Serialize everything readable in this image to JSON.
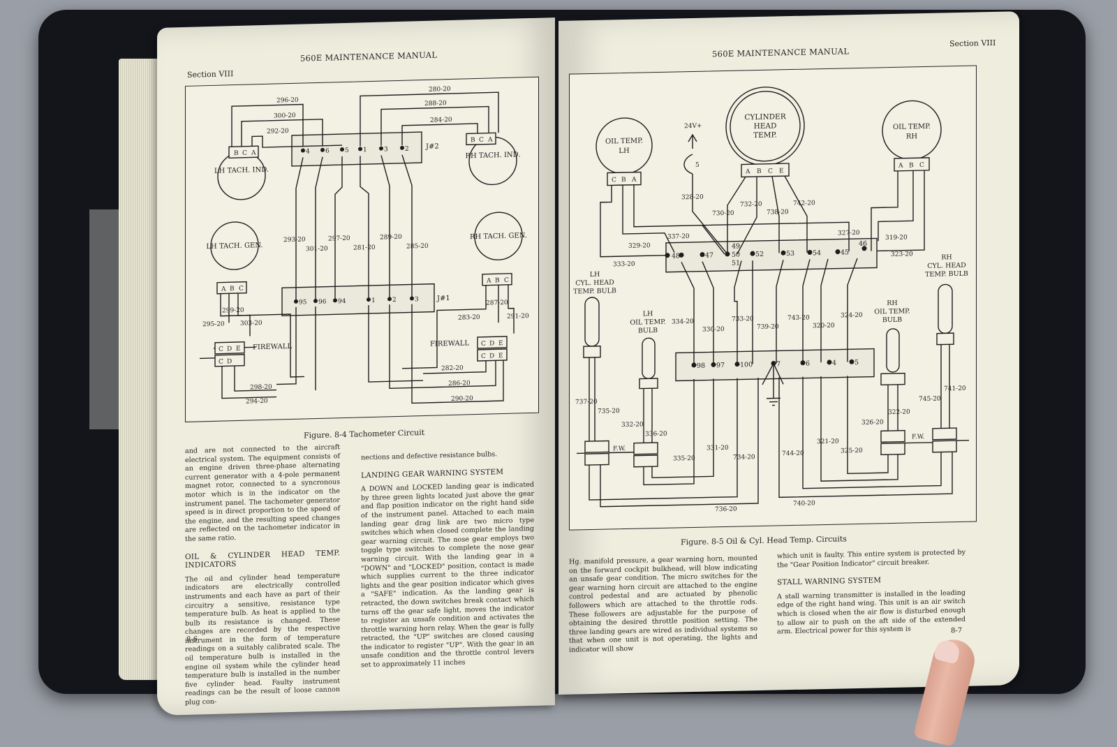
{
  "left_page": {
    "section": "Section VIII",
    "title": "560E MAINTENANCE MANUAL",
    "page_number": "8-6",
    "figure_caption": "Figure. 8-4 Tachometer Circuit",
    "diagram": {
      "components": {
        "lh_tach_ind": "LH TACH. IND.",
        "rh_tach_ind": "RH TACH. IND.",
        "lh_tach_gen": "LH TACH. GEN.",
        "rh_tach_gen": "RH TACH. GEN.",
        "firewall": "FIREWALL",
        "j2": "J#2",
        "j1": "J#1"
      },
      "pins_ind": [
        "B",
        "C",
        "A"
      ],
      "pins_gen": [
        "A",
        "B",
        "C"
      ],
      "pins_fw": [
        "C",
        "D",
        "E"
      ],
      "j2_pins": [
        "4",
        "6",
        "5",
        "1",
        "3",
        "2"
      ],
      "j1_pins": [
        "95",
        "96",
        "94",
        "1",
        "2",
        "3"
      ],
      "wires": {
        "w296": "296-20",
        "w300": "300-20",
        "w292": "292-20",
        "w280": "280-20",
        "w288": "288-20",
        "w284": "284-20",
        "w293": "293-20",
        "w301": "301-20",
        "w297": "297-20",
        "w281": "281-20",
        "w289": "289-20",
        "w285": "285-20",
        "w299": "299-20",
        "w295": "295-20",
        "w303": "303-20",
        "w287": "287-20",
        "w283": "283-20",
        "w291": "291-20",
        "w298": "298-20",
        "w294": "294-20",
        "w282": "282-20",
        "w286": "286-20",
        "w290": "290-20"
      }
    },
    "col1": {
      "p1": "and are not connected to the aircraft electrical system. The equipment consists of an engine driven three-phase alternating current generator with a 4-pole permanent magnet rotor, connected to a syncronous motor which is in the indicator on the instrument panel. The tachometer generator speed is in direct proportion to the speed of the engine, and the resulting speed changes are reflected on the tachometer indicator in the same ratio.",
      "heading": "OIL & CYLINDER HEAD TEMP. INDICATORS",
      "p2": "The oil and cylinder head temperature indicators are electrically controlled instruments and each have as part of their circuitry a sensitive, resistance type temperature bulb. As heat is applied to the bulb its resistance is changed. These changes are recorded by the respective instrument in the form of temperature readings on a suitably calibrated scale. The oil temperature bulb is installed in the engine oil system while the cylinder head temperature bulb is installed in the number five cylinder head. Faulty instrument readings can be the result of loose cannon plug con-"
    },
    "col2": {
      "p1": "nections and defective resistance bulbs.",
      "heading": "LANDING GEAR WARNING SYSTEM",
      "p2": "A DOWN and LOCKED landing gear is indicated by three green lights located just above the gear and flap position indicator on the right hand side of the instrument panel. Attached to each main landing gear drag link are two micro type switches which when closed complete the landing gear warning circuit. The nose gear employs two toggle type switches to complete the nose gear warning circuit. With the landing gear in a \"DOWN\" and \"LOCKED\" position, contact is made which supplies current to the three indicator lights and the gear position indicator which gives a \"SAFE\" indication. As the landing gear is retracted, the down switches break contact which turns off the gear safe light, moves the indicator to register an unsafe condition and activates the throttle warning horn relay. When the gear is fully retracted, the \"UP\" switches are closed causing the indicator to register \"UP\". With the gear in an unsafe condition and the throttle control levers set to approximately 11 inches"
    }
  },
  "right_page": {
    "section": "Section VIII",
    "title": "560E MAINTENANCE MANUAL",
    "page_number": "8-7",
    "figure_caption": "Figure. 8-5 Oil & Cyl. Head Temp. Circuits",
    "diagram": {
      "components": {
        "oil_temp_lh": [
          "OIL TEMP.",
          "LH"
        ],
        "cyl_head_temp": [
          "CYLINDER",
          "HEAD",
          "TEMP."
        ],
        "oil_temp_rh": [
          "OIL TEMP.",
          "RH"
        ],
        "supply": "24V+",
        "supply_pin": "5",
        "lh_cyl_bulb": [
          "LH",
          "CYL. HEAD",
          "TEMP. BULB"
        ],
        "lh_oil_bulb": [
          "LH",
          "OIL TEMP.",
          "BULB"
        ],
        "rh_oil_bulb": [
          "RH",
          "OIL TEMP.",
          "BULB"
        ],
        "rh_cyl_bulb": [
          "RH",
          "CYL. HEAD",
          "TEMP. BULB"
        ],
        "fw": "F.W."
      },
      "pins_lh": [
        "C",
        "B",
        "A"
      ],
      "pins_chd": [
        "A",
        "B",
        "C",
        "E"
      ],
      "pins_rh": [
        "A",
        "B",
        "C"
      ],
      "upper_terms": [
        "48",
        "47",
        "49",
        "50",
        "51",
        "52",
        "53",
        "54",
        "45",
        "46"
      ],
      "lower_terms": [
        "98",
        "97",
        "100",
        "7",
        "6",
        "4",
        "5"
      ],
      "wires": {
        "w328": "328-20",
        "w730": "730-20",
        "w732": "732-20",
        "w738": "738-20",
        "w742": "742-20",
        "w337": "337-20",
        "w327": "327-20",
        "w329": "329-20",
        "w319": "319-20",
        "w333": "333-20",
        "w323": "323-20",
        "w334": "334-20",
        "w330": "330-20",
        "w733": "733-20",
        "w739": "739-20",
        "w743": "743-20",
        "w320": "320-20",
        "w324": "324-20",
        "w737": "737-20",
        "w735": "735-20",
        "w332": "332-20",
        "w336": "336-20",
        "w745": "745-20",
        "w741": "741-20",
        "w326": "326-20",
        "w322": "322-20",
        "w335": "335-20",
        "w331": "331-20",
        "w734": "734-20",
        "w744": "744-20",
        "w321": "321-20",
        "w325": "325-20",
        "w736": "736-20",
        "w740": "740-20"
      }
    },
    "col1": {
      "p1": "Hg. manifold pressure, a gear warning horn, mounted on the forward cockpit bulkhead, will blow indicating an unsafe gear condition. The micro switches for the gear warning horn circuit are attached to the engine control pedestal and are actuated by phenolic followers which are attached to the throttle rods. These followers are adjustable for the purpose of obtaining the desired throttle position setting. The three landing gears are wired as individual systems so that when one unit is not operating, the lights and indicator will show"
    },
    "col2": {
      "p1": "which unit is faulty. This entire system is protected by the \"Gear Position Indicator\" circuit breaker.",
      "heading": "STALL WARNING SYSTEM",
      "p2": "A stall warning transmitter is installed in the leading edge of the right hand wing. This unit is an air switch which is closed when the air flow is disturbed enough to allow air to push on the aft side of the extended arm. Electrical power for this system is"
    }
  }
}
